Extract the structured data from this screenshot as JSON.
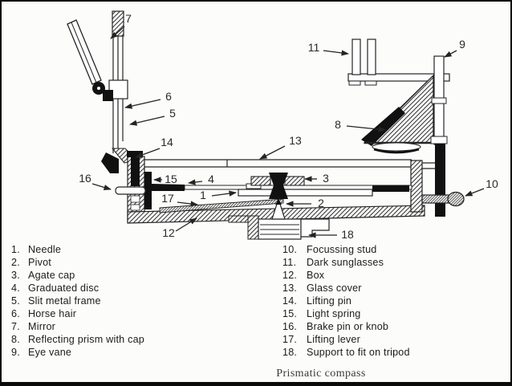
{
  "figure": {
    "caption": "Prismatic compass"
  },
  "legend": {
    "left": [
      {
        "num": "1.",
        "label": "Needle"
      },
      {
        "num": "2.",
        "label": "Pivot"
      },
      {
        "num": "3.",
        "label": "Agate cap"
      },
      {
        "num": "4.",
        "label": "Graduated disc"
      },
      {
        "num": "5.",
        "label": "Slit metal frame"
      },
      {
        "num": "6.",
        "label": "Horse hair"
      },
      {
        "num": "7.",
        "label": "Mirror"
      },
      {
        "num": "8.",
        "label": "Reflecting prism with cap"
      },
      {
        "num": "9.",
        "label": "Eye vane"
      }
    ],
    "right": [
      {
        "num": "10.",
        "label": "Focussing stud"
      },
      {
        "num": "11.",
        "label": "Dark sunglasses"
      },
      {
        "num": "12.",
        "label": "Box"
      },
      {
        "num": "13.",
        "label": "Glass cover"
      },
      {
        "num": "14.",
        "label": "Lifting pin"
      },
      {
        "num": "15.",
        "label": "Light spring"
      },
      {
        "num": "16.",
        "label": "Brake pin or knob"
      },
      {
        "num": "17.",
        "label": "Lifting lever"
      },
      {
        "num": "18.",
        "label": "Support to fit on tripod"
      }
    ]
  },
  "diagram": {
    "labels": {
      "l1": "1",
      "l2": "2",
      "l3": "3",
      "l4": "4",
      "l5": "5",
      "l6": "6",
      "l7": "7",
      "l8": "8",
      "l9": "9",
      "l10": "10",
      "l11": "11",
      "l12": "12",
      "l13": "13",
      "l14": "14",
      "l15": "15",
      "l16": "16",
      "l17": "17",
      "l18": "18"
    }
  },
  "colors": {
    "ink": "#1a1a1a",
    "background": "#fcfcfb"
  }
}
